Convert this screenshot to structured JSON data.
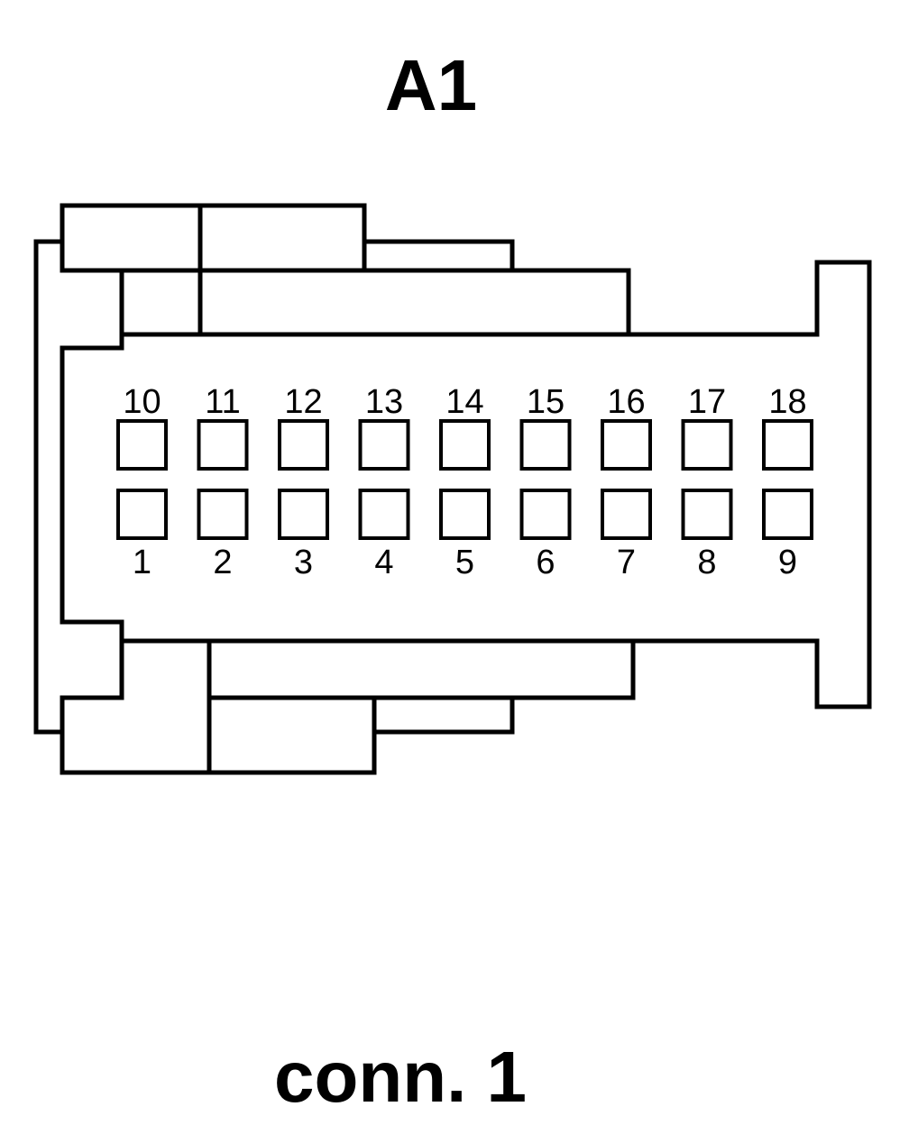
{
  "header": {
    "title": "A1"
  },
  "footer": {
    "caption": "conn. 1"
  },
  "connector": {
    "top_row_pins": [
      "10",
      "11",
      "12",
      "13",
      "14",
      "15",
      "16",
      "17",
      "18"
    ],
    "bottom_row_pins": [
      "1",
      "2",
      "3",
      "4",
      "5",
      "6",
      "7",
      "8",
      "9"
    ]
  },
  "colors": {
    "stroke": "#000000",
    "background": "#ffffff"
  }
}
